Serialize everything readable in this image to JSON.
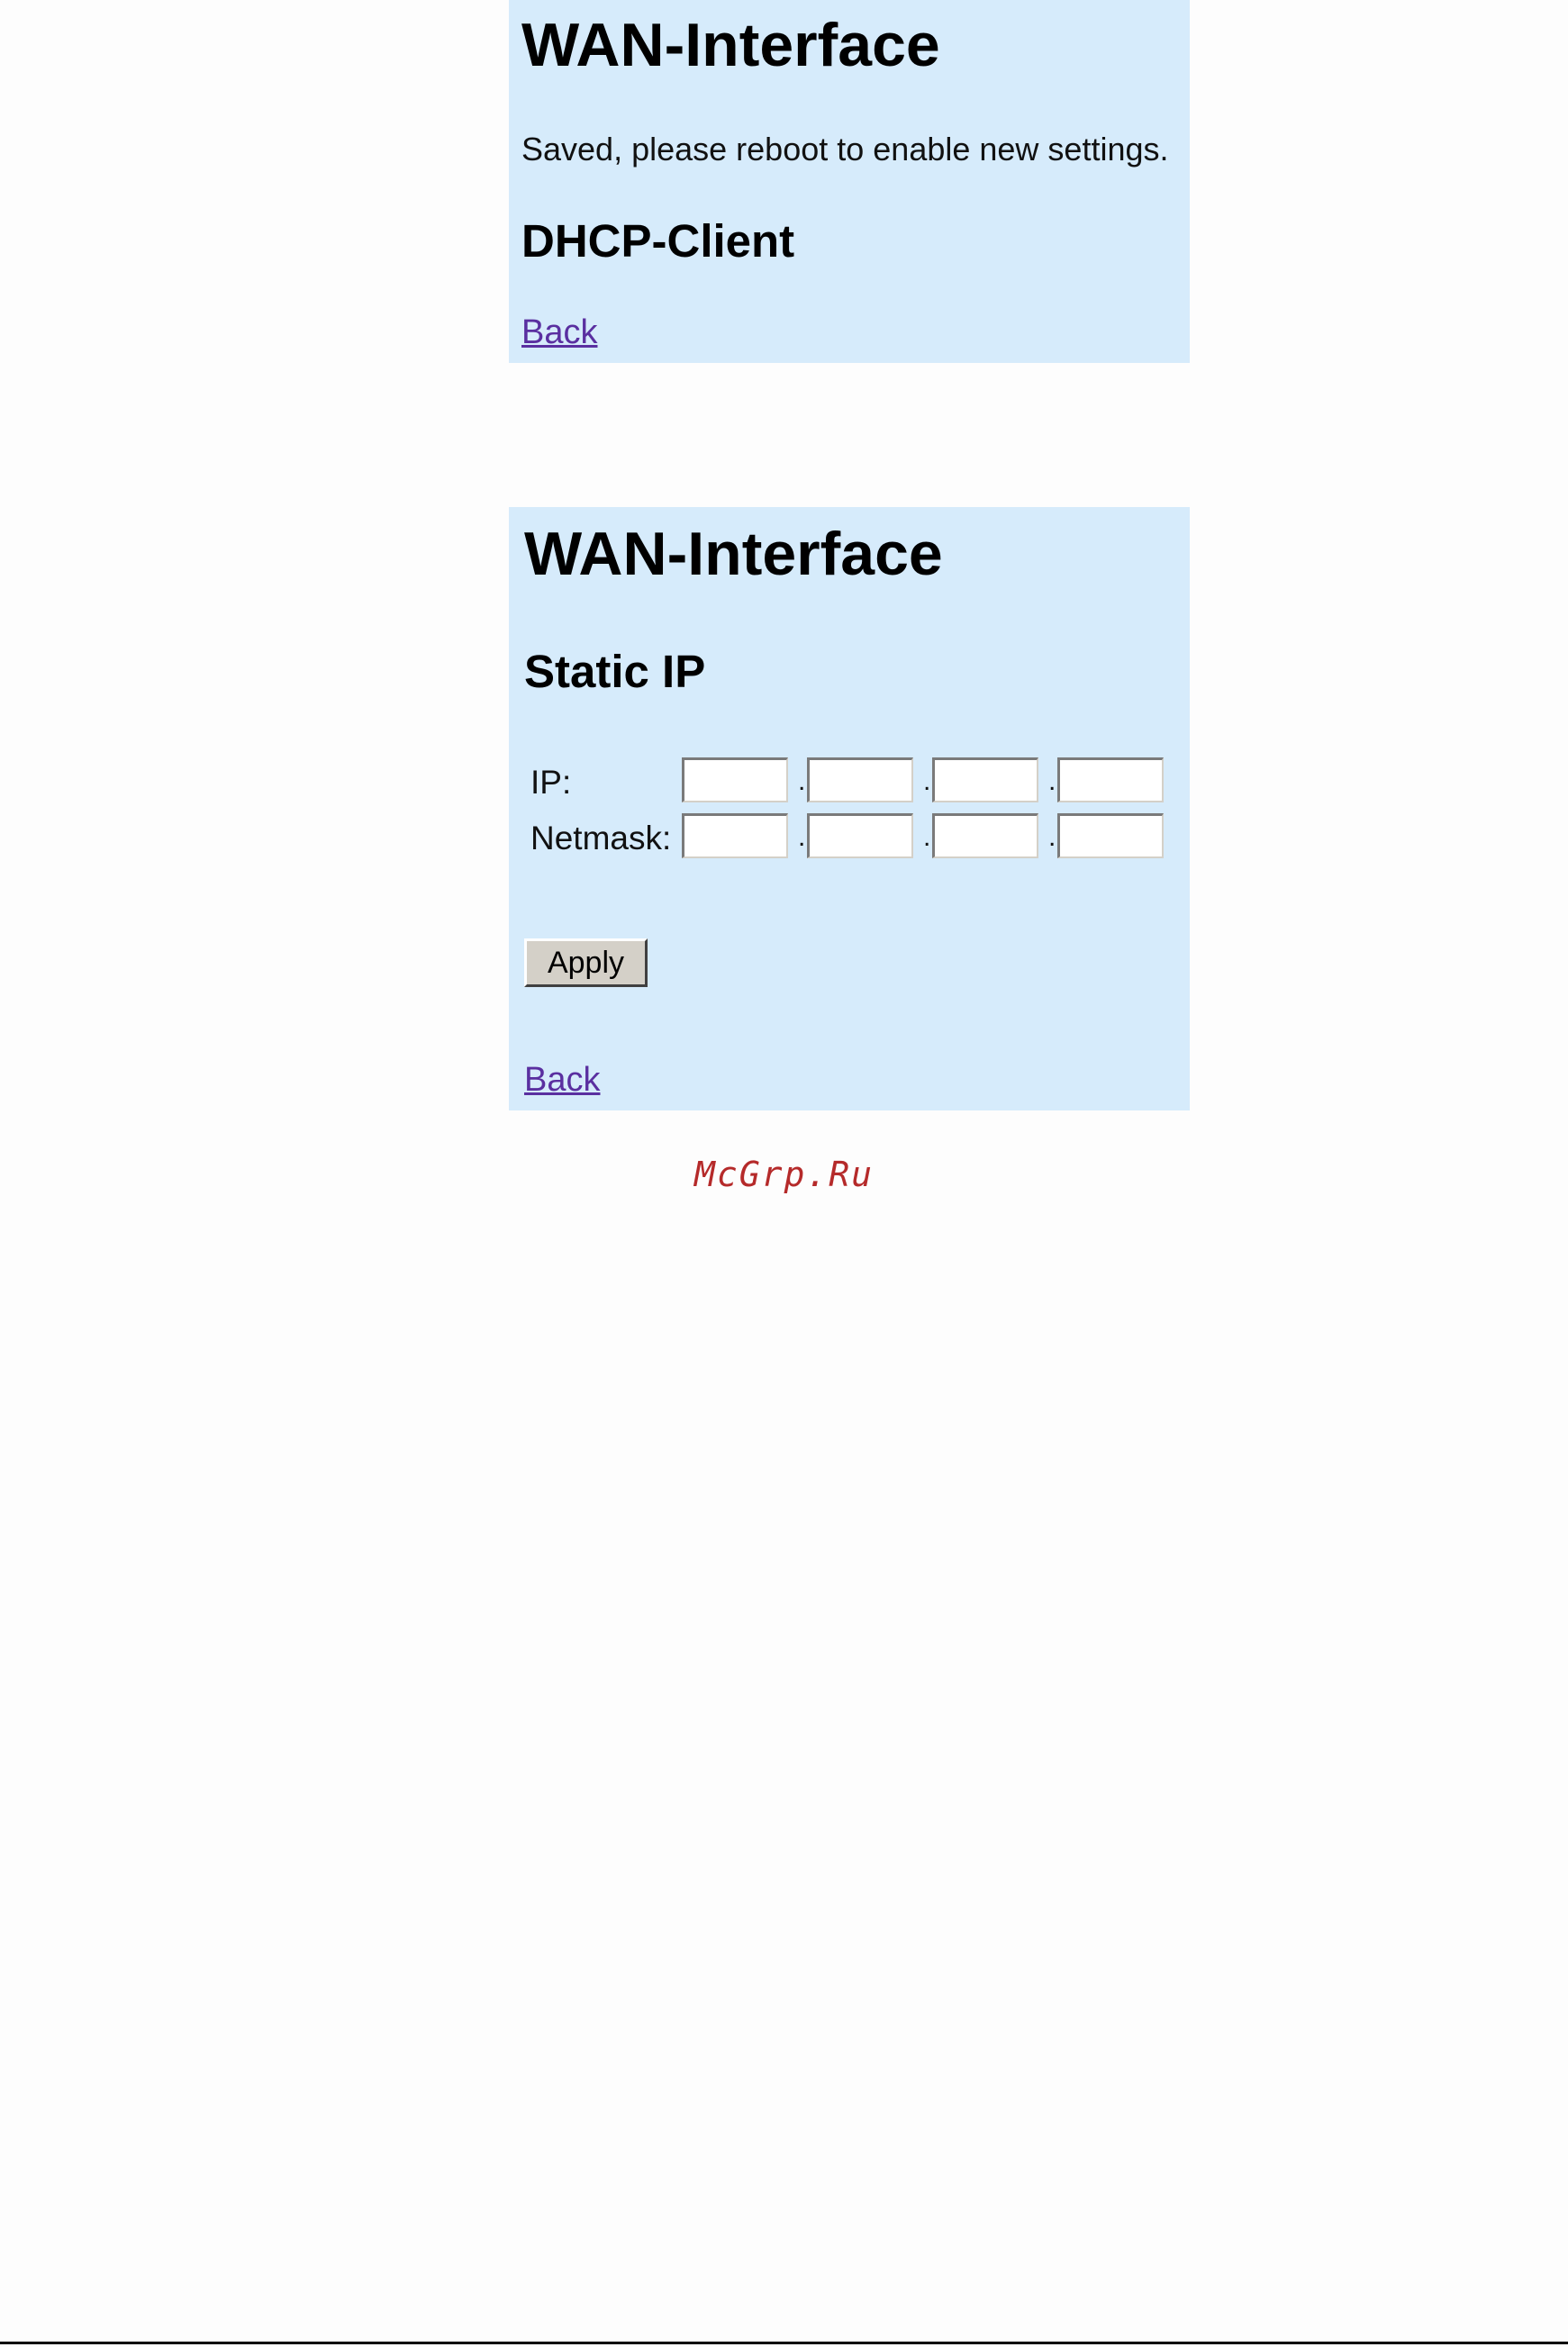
{
  "panel1": {
    "title": "WAN-Interface",
    "message": "Saved, please reboot to enable new settings.",
    "subtitle": "DHCP-Client",
    "back_link": "Back"
  },
  "panel2": {
    "title": "WAN-Interface",
    "subtitle": "Static IP",
    "fields": [
      {
        "label": "IP:",
        "octets": [
          "",
          "",
          "",
          ""
        ]
      },
      {
        "label": "Netmask:",
        "octets": [
          "",
          "",
          "",
          ""
        ]
      }
    ],
    "separator": ".",
    "apply_label": "Apply",
    "back_link": "Back"
  },
  "watermark": "McGrp.Ru",
  "colors": {
    "panel_background": "#d6ebfb",
    "link": "#5a2fa0",
    "watermark": "#b52a2a"
  }
}
